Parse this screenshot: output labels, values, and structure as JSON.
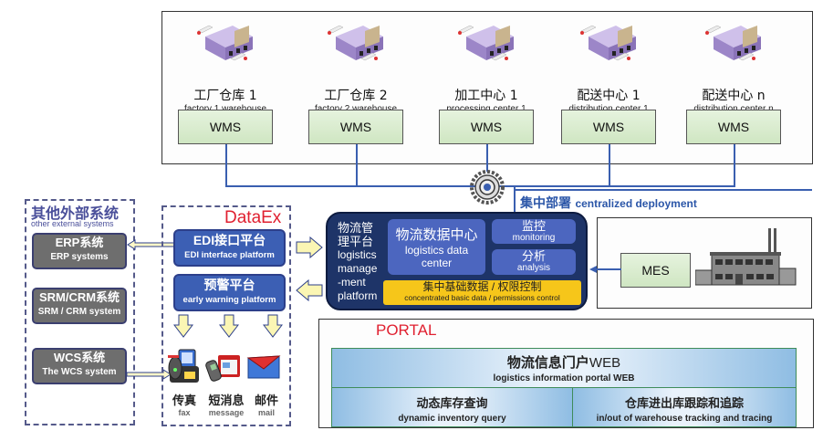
{
  "sites": [
    {
      "cn": "工厂仓库",
      "num": "1",
      "en": "factory 1 warehouse",
      "system": "WMS",
      "icon": "warehouse-icon"
    },
    {
      "cn": "工厂仓库",
      "num": "2",
      "en": "factory 2 warehouse",
      "system": "WMS",
      "icon": "warehouse-icon"
    },
    {
      "cn": "加工中心",
      "num": "1",
      "en": "processing center 1",
      "system": "WMS",
      "icon": "warehouse-icon"
    },
    {
      "cn": "配送中心",
      "num": "1",
      "en": "distribution center 1",
      "system": "WMS",
      "icon": "warehouse-icon"
    },
    {
      "cn": "配送中心",
      "num": "n",
      "en": "distribution center n",
      "system": "WMS",
      "icon": "warehouse-icon"
    }
  ],
  "deployment": {
    "cn": "集中部署",
    "en": "centralized deployment",
    "icon": "gear-icon"
  },
  "external": {
    "title_cn": "其他外部系统",
    "title_en": "other external systems",
    "systems": [
      {
        "cn": "ERP系统",
        "en": "ERP systems"
      },
      {
        "cn": "SRM/CRM系统",
        "en": "SRM / CRM system"
      },
      {
        "cn": "WCS系统",
        "en": "The WCS system"
      }
    ]
  },
  "dataex": {
    "title": "DataEx",
    "platforms": [
      {
        "cn": "EDI接口平台",
        "en": "EDI interface platform"
      },
      {
        "cn": "预警平台",
        "en": "early warning platform"
      }
    ],
    "channels": [
      {
        "cn": "传真",
        "en": "fax",
        "icon": "fax-icon"
      },
      {
        "cn": "短消息",
        "en": "message",
        "icon": "message-icon"
      },
      {
        "cn": "邮件",
        "en": "mail",
        "icon": "mail-icon"
      }
    ]
  },
  "lmp": {
    "title_lines": [
      "物流管",
      "理平台",
      "logistics",
      "manage",
      "-ment",
      "platform"
    ],
    "data_center": {
      "cn": "物流数据中心",
      "en_1": "logistics data",
      "en_2": "center"
    },
    "monitoring": {
      "cn": "监控",
      "en": "monitoring"
    },
    "analysis": {
      "cn": "分析",
      "en": "analysis"
    },
    "basic": {
      "cn": "集中基础数据 / 权限控制",
      "en": "concentrated basic data / permissions control"
    }
  },
  "mes": {
    "label": "MES",
    "icon": "factory-icon"
  },
  "portal": {
    "title": "PORTAL",
    "web": {
      "cn": "物流信息门户",
      "cn_suffix": "WEB",
      "en": "logistics information portal WEB"
    },
    "functions": [
      {
        "cn": "动态库存查询",
        "en": "dynamic inventory query"
      },
      {
        "cn": "仓库进出库跟踪和追踪",
        "en": "in/out of warehouse tracking and tracing"
      }
    ]
  },
  "colors": {
    "line": "#3a5fb0",
    "accent_red": "#e02030",
    "platform_blue": "#3c5fb4",
    "dark_navy": "#1e3468",
    "yellow": "#f6c61a"
  }
}
